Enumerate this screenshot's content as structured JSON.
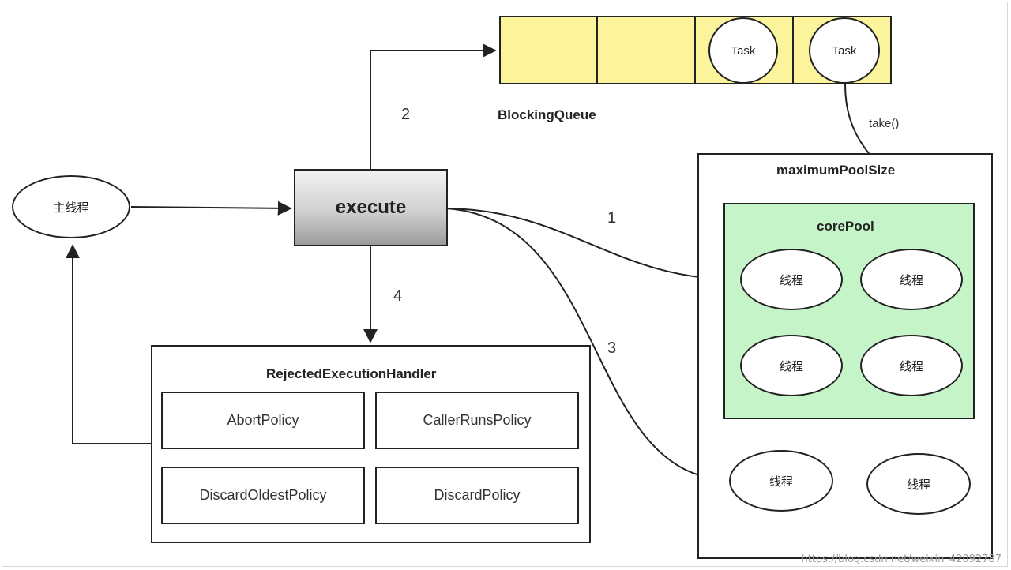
{
  "main_thread": {
    "label": "主线程"
  },
  "execute": {
    "label": "execute"
  },
  "queue": {
    "title": "BlockingQueue",
    "tasks": [
      "Task",
      "Task"
    ]
  },
  "steps": {
    "one": "1",
    "two": "2",
    "three": "3",
    "four": "4"
  },
  "take_label": "take()",
  "max_pool": {
    "title": "maximumPoolSize",
    "extra_threads": [
      "线程",
      "线程"
    ]
  },
  "core_pool": {
    "title": "corePool",
    "threads": [
      "线程",
      "线程",
      "线程",
      "线程"
    ]
  },
  "handler": {
    "title": "RejectedExecutionHandler",
    "policies": [
      "AbortPolicy",
      "CallerRunsPolicy",
      "DiscardOldestPolicy",
      "DiscardPolicy"
    ]
  },
  "watermark": "https://blog.csdn.net/weixin_42092787",
  "colors": {
    "queue_fill": "#fcf49d",
    "core_pool_fill": "#c6f4c9",
    "execute_gradient_top": "#f2f2f2",
    "execute_gradient_bottom": "#9c9c9c",
    "stroke": "#222222"
  }
}
